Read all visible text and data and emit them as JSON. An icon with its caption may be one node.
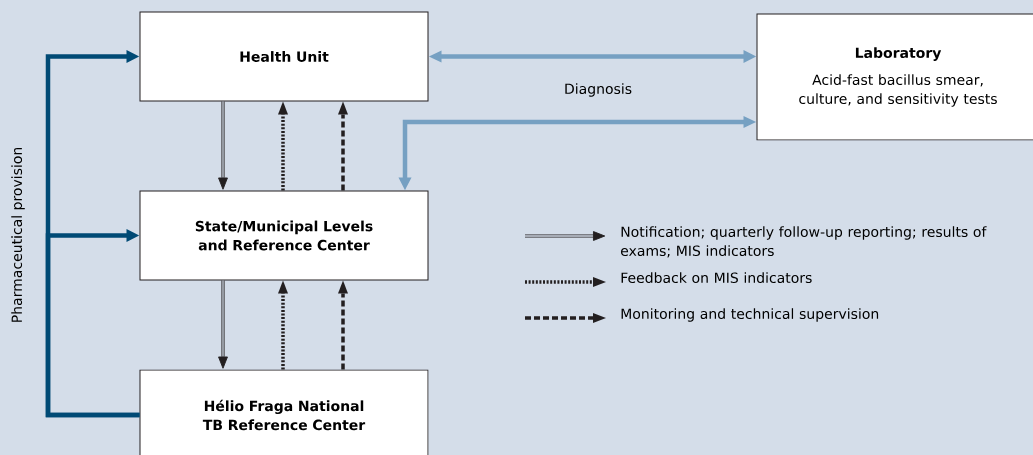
{
  "diagram": {
    "nodes": [
      {
        "text": [
          "Health Unit"
        ]
      },
      {
        "text": [
          "Laboratory",
          "Acid-fast bacillus smear, culture, and sensitivity tests"
        ]
      },
      {
        "text": [
          "State/Municipal Levels and Reference Center"
        ]
      },
      {
        "text": [
          "Hélio Fraga National TB Reference Center"
        ]
      }
    ],
    "edges": [
      {
        "from": 3,
        "to": 0,
        "arrow": "to",
        "label": "Pharmaceutical provision",
        "color": "#004a75"
      },
      {
        "from": 3,
        "to": 2,
        "arrow": "to",
        "color": "#004a75"
      },
      {
        "from": 0,
        "to": 1,
        "arrow": "both",
        "label": "Diagnosis",
        "color": "#76a0c2"
      },
      {
        "from": 1,
        "to": 2,
        "arrow": "both",
        "color": "#76a0c2"
      },
      {
        "from": 0,
        "to": 2,
        "arrow": "to"
      },
      {
        "from": 2,
        "to": 0,
        "arrow": "to",
        "style": "dashed"
      },
      {
        "from": 2,
        "to": 0,
        "arrow": "to",
        "style": "dashed"
      },
      {
        "from": 2,
        "to": 3,
        "arrow": "to"
      },
      {
        "from": 3,
        "to": 2,
        "arrow": "to",
        "style": "dashed"
      },
      {
        "from": 3,
        "to": 2,
        "arrow": "to",
        "style": "dashed"
      }
    ],
    "legend": [
      {
        "text": "Notification; quarterly follow-up reporting; results of exams; MIS indicators"
      },
      {
        "text": "Feedback on MIS indicators"
      },
      {
        "text": "Monitoring and technical supervision"
      }
    ]
  }
}
